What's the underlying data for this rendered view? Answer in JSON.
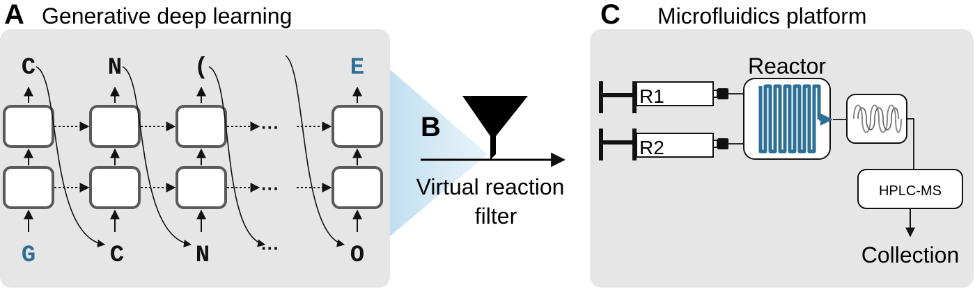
{
  "panel_a": {
    "letter": "A",
    "title": "Generative deep learning",
    "top_tokens": [
      "C",
      "N",
      "(",
      "E"
    ],
    "bottom_tokens": [
      "G",
      "C",
      "N",
      "O"
    ],
    "ellipsis": "···"
  },
  "panel_b": {
    "letter": "B",
    "label_line1": "Virtual reaction",
    "label_line2": "filter"
  },
  "panel_c": {
    "letter": "C",
    "title": "Microfluidics platform",
    "reactor_label": "Reactor",
    "syringe1": "R1",
    "syringe2": "R2",
    "hplc_label": "HPLC-MS",
    "collection_label": "Collection"
  },
  "colors": {
    "panel_bg": "#e6e6e6",
    "cell_border": "#5a5a5a",
    "accent_blue": "#2e6f96",
    "funnel_glow": "#cfe6f3"
  }
}
